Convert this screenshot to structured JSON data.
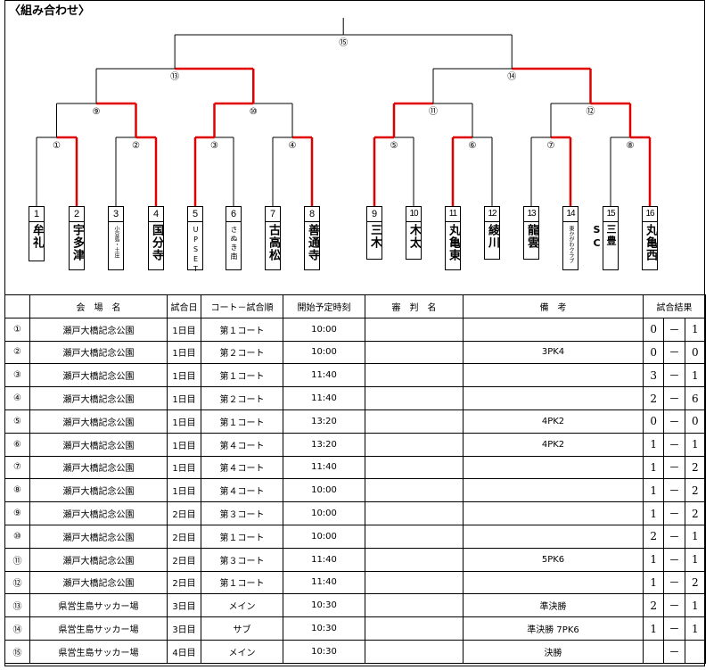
{
  "title": "〈組み合わせ〉",
  "match_labels": {
    "m1": "①",
    "m2": "②",
    "m3": "③",
    "m4": "④",
    "m5": "⑤",
    "m6": "⑥",
    "m7": "⑦",
    "m8": "⑧",
    "m9": "⑨",
    "m10": "⑩",
    "m11": "⑪",
    "m12": "⑫",
    "m13": "⑬",
    "m14": "⑭",
    "m15": "⑮"
  },
  "teams": [
    {
      "seed": "1",
      "name": "牟礼"
    },
    {
      "seed": "2",
      "name": "宇多津"
    },
    {
      "seed": "3",
      "name": "小豆島・土庄"
    },
    {
      "seed": "4",
      "name": "国分寺"
    },
    {
      "seed": "5",
      "name": "UPSET"
    },
    {
      "seed": "6",
      "name": "さぬき南"
    },
    {
      "seed": "7",
      "name": "古高松"
    },
    {
      "seed": "8",
      "name": "善通寺"
    },
    {
      "seed": "9",
      "name": "三木"
    },
    {
      "seed": "10",
      "name": "木太"
    },
    {
      "seed": "11",
      "name": "丸亀東"
    },
    {
      "seed": "12",
      "name": "綾川"
    },
    {
      "seed": "13",
      "name": "龍雲"
    },
    {
      "seed": "14",
      "name": "東かがわクラブ"
    },
    {
      "seed": "15",
      "name": "三豊SC"
    },
    {
      "seed": "16",
      "name": "丸亀西"
    }
  ],
  "table": {
    "headers": [
      "会　場　名",
      "試合日",
      "コート－試合順",
      "開始予定時刻",
      "審　判　名",
      "備　考",
      "試合結果"
    ],
    "rows": [
      {
        "no": "①",
        "venue": "瀬戸大橋記念公園",
        "day": "1日目",
        "court": "第１コート",
        "time": "10:00",
        "ref": "",
        "note": "",
        "a": "0",
        "dash": "－",
        "b": "1"
      },
      {
        "no": "②",
        "venue": "瀬戸大橋記念公園",
        "day": "1日目",
        "court": "第２コート",
        "time": "10:00",
        "ref": "",
        "note": "3PK4",
        "a": "0",
        "dash": "－",
        "b": "0"
      },
      {
        "no": "③",
        "venue": "瀬戸大橋記念公園",
        "day": "1日目",
        "court": "第１コート",
        "time": "11:40",
        "ref": "",
        "note": "",
        "a": "3",
        "dash": "－",
        "b": "1"
      },
      {
        "no": "④",
        "venue": "瀬戸大橋記念公園",
        "day": "1日目",
        "court": "第２コート",
        "time": "11:40",
        "ref": "",
        "note": "",
        "a": "2",
        "dash": "－",
        "b": "6"
      },
      {
        "no": "⑤",
        "venue": "瀬戸大橋記念公園",
        "day": "1日目",
        "court": "第１コート",
        "time": "13:20",
        "ref": "",
        "note": "4PK2",
        "a": "0",
        "dash": "－",
        "b": "0"
      },
      {
        "no": "⑥",
        "venue": "瀬戸大橋記念公園",
        "day": "1日目",
        "court": "第４コート",
        "time": "13:20",
        "ref": "",
        "note": "4PK2",
        "a": "1",
        "dash": "－",
        "b": "1"
      },
      {
        "no": "⑦",
        "venue": "瀬戸大橋記念公園",
        "day": "1日目",
        "court": "第４コート",
        "time": "11:40",
        "ref": "",
        "note": "",
        "a": "1",
        "dash": "－",
        "b": "2"
      },
      {
        "no": "⑧",
        "venue": "瀬戸大橋記念公園",
        "day": "1日目",
        "court": "第４コート",
        "time": "10:00",
        "ref": "",
        "note": "",
        "a": "1",
        "dash": "－",
        "b": "2"
      },
      {
        "no": "⑨",
        "venue": "瀬戸大橋記念公園",
        "day": "2日目",
        "court": "第３コート",
        "time": "10:00",
        "ref": "",
        "note": "",
        "a": "1",
        "dash": "－",
        "b": "2"
      },
      {
        "no": "⑩",
        "venue": "瀬戸大橋記念公園",
        "day": "2日目",
        "court": "第１コート",
        "time": "10:00",
        "ref": "",
        "note": "",
        "a": "2",
        "dash": "－",
        "b": "1"
      },
      {
        "no": "⑪",
        "venue": "瀬戸大橋記念公園",
        "day": "2日目",
        "court": "第３コート",
        "time": "11:40",
        "ref": "",
        "note": "5PK6",
        "a": "1",
        "dash": "－",
        "b": "1"
      },
      {
        "no": "⑫",
        "venue": "瀬戸大橋記念公園",
        "day": "2日目",
        "court": "第１コート",
        "time": "11:40",
        "ref": "",
        "note": "",
        "a": "1",
        "dash": "－",
        "b": "2"
      },
      {
        "no": "⑬",
        "venue": "県営生島サッカー場",
        "day": "3日目",
        "court": "メイン",
        "time": "10:30",
        "ref": "",
        "note": "準決勝",
        "a": "2",
        "dash": "－",
        "b": "1"
      },
      {
        "no": "⑭",
        "venue": "県営生島サッカー場",
        "day": "3日目",
        "court": "サブ",
        "time": "10:30",
        "ref": "",
        "note": "準決勝 7PK6",
        "a": "1",
        "dash": "－",
        "b": "1"
      },
      {
        "no": "⑮",
        "venue": "県営生島サッカー場",
        "day": "4日目",
        "court": "メイン",
        "time": "10:30",
        "ref": "",
        "note": "決勝",
        "a": "",
        "dash": "－",
        "b": ""
      }
    ]
  },
  "colors": {
    "winner_line": "#e00000",
    "line": "#000000"
  }
}
